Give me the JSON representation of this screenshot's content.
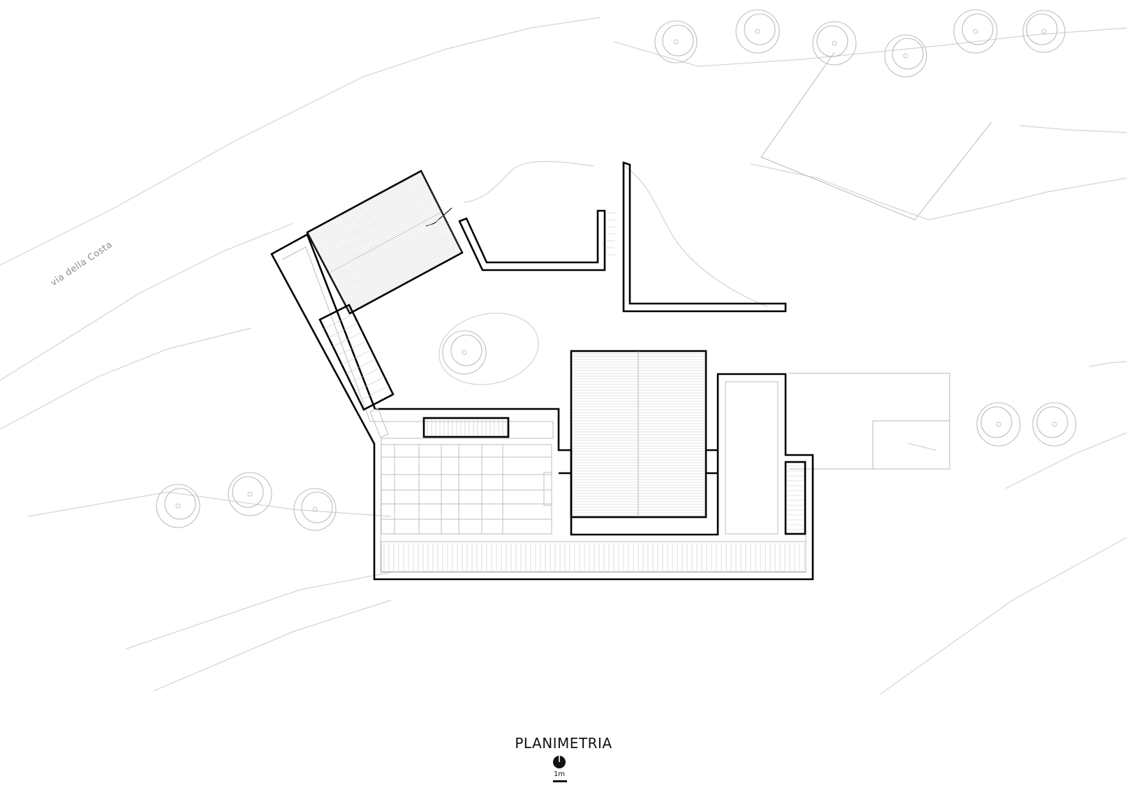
{
  "drawing": {
    "title": "PLANIMETRIA",
    "street_label": "via della Costa",
    "scale_label": "1m",
    "icons": {
      "north_arrow": "north-arrow-icon"
    }
  }
}
